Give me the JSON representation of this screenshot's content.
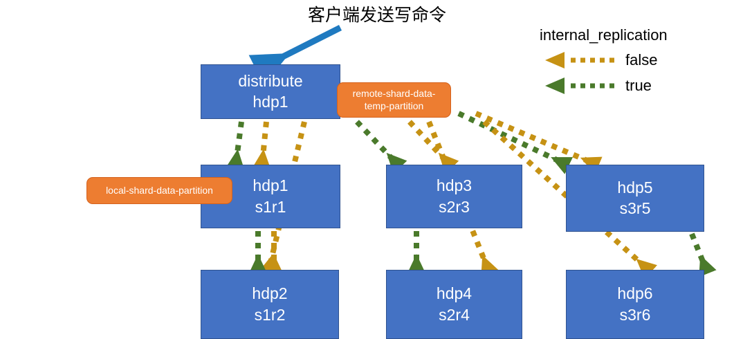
{
  "title": "客户端发送写命令",
  "colors": {
    "node_fill": "#4472C4",
    "node_stroke": "#2F528F",
    "tag_fill": "#ED7D31",
    "client_arrow": "#1F7AC0",
    "false_line": "#C69214",
    "true_line": "#4A7A2B",
    "text_on_node": "#FFFFFF",
    "label_text": "#000000"
  },
  "legend": {
    "title": "internal_replication",
    "entries": [
      {
        "label": "false",
        "color": "#C69214"
      },
      {
        "label": "true",
        "color": "#4A7A2B"
      }
    ]
  },
  "tags": {
    "local": "local-shard-data-partition",
    "remote_line1": "remote-shard-data-",
    "remote_line2": "temp-partition",
    "remote_full": "remote-shard-data-temp-partition"
  },
  "nodes": {
    "distribute": {
      "line1": "distribute",
      "line2": "hdp1"
    },
    "hdp1": {
      "line1": "hdp1",
      "line2": "s1r1"
    },
    "hdp3": {
      "line1": "hdp3",
      "line2": "s2r3"
    },
    "hdp5": {
      "line1": "hdp5",
      "line2": "s3r5"
    },
    "hdp2": {
      "line1": "hdp2",
      "line2": "s1r2"
    },
    "hdp4": {
      "line1": "hdp4",
      "line2": "s2r4"
    },
    "hdp6": {
      "line1": "hdp6",
      "line2": "s3r6"
    }
  },
  "edges": [
    {
      "name": "client-to-distribute",
      "style": "solid",
      "color": "#1F7AC0",
      "from": [
        492,
        40
      ],
      "to": [
        385,
        94
      ]
    },
    {
      "name": "distribute-to-hdp1-true",
      "style": "dotted",
      "color": "#4A7A2B",
      "from": [
        349,
        176
      ],
      "to": [
        341,
        236
      ]
    },
    {
      "name": "distribute-to-hdp1-false",
      "style": "dotted",
      "color": "#C69214",
      "from": [
        385,
        176
      ],
      "to": [
        379,
        236
      ]
    },
    {
      "name": "distribute-to-hdp2-false",
      "style": "dotted",
      "color": "#C69214",
      "from": [
        440,
        176
      ],
      "to": [
        389,
        388
      ]
    },
    {
      "name": "distribute-to-hdp3-true",
      "style": "dotted",
      "color": "#4A7A2B",
      "from": [
        516,
        176
      ],
      "to": [
        573,
        236
      ]
    },
    {
      "name": "distribute-to-hdp3-false",
      "style": "dotted",
      "color": "#C69214",
      "from": [
        592,
        176
      ],
      "to": [
        648,
        236
      ]
    },
    {
      "name": "distribute-to-hdp4-false",
      "style": "dotted",
      "color": "#C69214",
      "from": [
        620,
        176
      ],
      "to": [
        705,
        388
      ]
    },
    {
      "name": "distribute-to-hdp5-true",
      "style": "dotted",
      "color": "#4A7A2B",
      "from": [
        663,
        164
      ],
      "to": [
        815,
        236
      ]
    },
    {
      "name": "distribute-to-hdp5-false",
      "style": "dotted",
      "color": "#C69214",
      "from": [
        688,
        164
      ],
      "to": [
        858,
        236
      ]
    },
    {
      "name": "distribute-to-hdp6-false",
      "style": "dotted",
      "color": "#C69214",
      "from": [
        700,
        176
      ],
      "to": [
        935,
        388
      ]
    },
    {
      "name": "hdp1-to-hdp2-true",
      "style": "dotted",
      "color": "#4A7A2B",
      "from": [
        373,
        334
      ],
      "to": [
        373,
        388
      ]
    },
    {
      "name": "hdp1-to-hdp2-false",
      "style": "dotted",
      "color": "#C69214",
      "from": [
        396,
        334
      ],
      "to": [
        396,
        388
      ]
    },
    {
      "name": "hdp3-to-hdp4-true",
      "style": "dotted",
      "color": "#4A7A2B",
      "from": [
        602,
        334
      ],
      "to": [
        602,
        388
      ]
    },
    {
      "name": "hdp5-to-hdp6-true",
      "style": "dotted",
      "color": "#4A7A2B",
      "from": [
        1000,
        338
      ],
      "to": [
        1020,
        388
      ]
    }
  ]
}
